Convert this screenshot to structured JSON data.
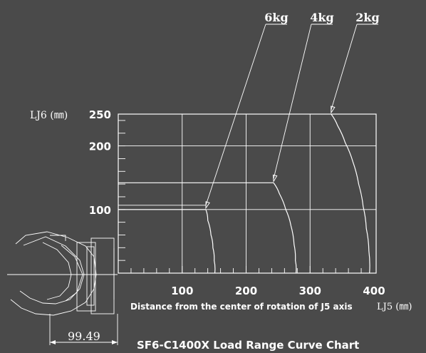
{
  "chart_data": {
    "type": "line",
    "title": "SF6-C1400X Load Range Curve Chart",
    "xlabel": "Distance from the center of rotation of J5 axis",
    "xunit_label": "LJ5 (㎜)",
    "ylabel": "LJ6 (㎜)",
    "xlim": [
      0,
      400
    ],
    "ylim": [
      0,
      250
    ],
    "x_ticks": [
      100,
      200,
      300,
      400
    ],
    "x_tick_labels": [
      "100",
      "200",
      "300",
      "400"
    ],
    "y_ticks": [
      100,
      200,
      250
    ],
    "y_tick_labels": [
      "100",
      "200",
      "250"
    ],
    "grid": true,
    "series": [
      {
        "name": "6kg",
        "points": [
          [
            137,
            100
          ],
          [
            140,
            83
          ],
          [
            145,
            60
          ],
          [
            148,
            40
          ],
          [
            150,
            20
          ],
          [
            151,
            0
          ]
        ]
      },
      {
        "name": "4kg",
        "points": [
          [
            243,
            142
          ],
          [
            252,
            125
          ],
          [
            262,
            100
          ],
          [
            270,
            75
          ],
          [
            275,
            45
          ],
          [
            277,
            20
          ],
          [
            278,
            0
          ]
        ]
      },
      {
        "name": "2kg",
        "points": [
          [
            333,
            250
          ],
          [
            343,
            232
          ],
          [
            355,
            205
          ],
          [
            367,
            175
          ],
          [
            376,
            140
          ],
          [
            383,
            105
          ],
          [
            388,
            70
          ],
          [
            392,
            35
          ],
          [
            393,
            0
          ]
        ]
      }
    ],
    "horizontal_lines": [
      {
        "series": "6kg",
        "y": 100
      },
      {
        "series": "4kg",
        "y": 142
      },
      {
        "series": "2kg",
        "y": 250
      }
    ]
  },
  "offset_dimension": "99.49",
  "colors": {
    "background": "#4a4a4a",
    "lines": "#ffffff"
  }
}
